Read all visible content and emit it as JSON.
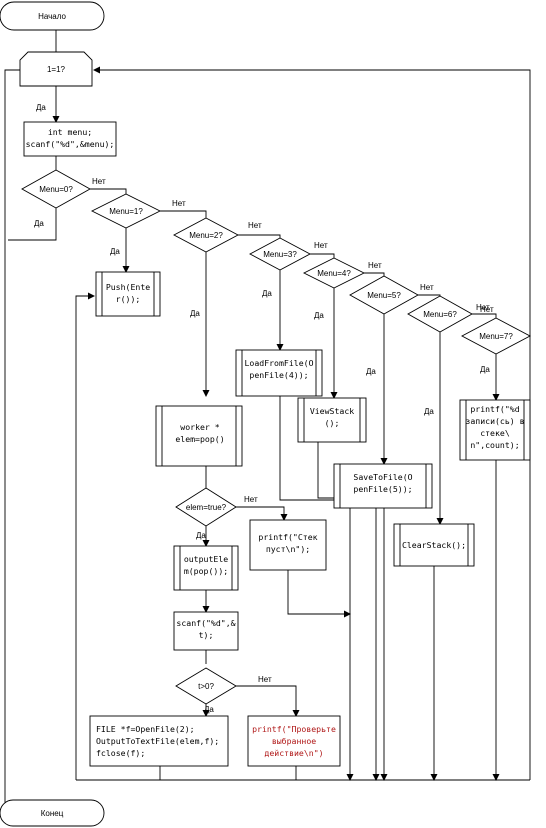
{
  "terminals": {
    "start": "Начало",
    "end": "Конец"
  },
  "loop": {
    "condition": "1=1?",
    "yes": "Да"
  },
  "input_block": {
    "line1": "int menu;",
    "line2": "scanf(\"%d\",&menu);"
  },
  "decisions": [
    {
      "label": "Menu=0?",
      "yes": "Да",
      "no": "Нет"
    },
    {
      "label": "Menu=1?",
      "yes": "Да",
      "no": "Нет"
    },
    {
      "label": "Menu=2?",
      "yes": "Да",
      "no": "Нет"
    },
    {
      "label": "Menu=3?",
      "yes": "Да",
      "no": "Нет"
    },
    {
      "label": "Menu=4?",
      "yes": "Да",
      "no": "Нет"
    },
    {
      "label": "Menu=5?",
      "yes": "Да",
      "no": "Нет"
    },
    {
      "label": "Menu=6?",
      "yes": "Да",
      "no": "Нет"
    },
    {
      "label": "Menu=7?",
      "yes": "Да",
      "no": "Нет"
    }
  ],
  "actions": {
    "push": [
      "Push(Ente",
      "r());"
    ],
    "worker": [
      "worker   *",
      "elem=pop()"
    ],
    "load": [
      "LoadFromFile(O",
      "penFile(4));"
    ],
    "view": [
      "ViewStack",
      "();"
    ],
    "save": [
      "SaveToFile(O",
      "penFile(5));"
    ],
    "clear": [
      "ClearStack();"
    ],
    "count": [
      "printf(\"%d",
      "записи(сь) в",
      "стеке\\",
      "n\",count);"
    ],
    "output": [
      "outputEle",
      "m(pop());"
    ],
    "scan_t": [
      "scanf(\"%d\",&",
      "t);"
    ],
    "file_out": [
      "FILE *f=OpenFile(2);",
      "OutputToTextFile(elem,f);",
      "fclose(f);"
    ],
    "empty_msg": [
      "printf(\"Стек",
      "пуст\\n\");"
    ],
    "check_msg": [
      "printf(\"Проверьте",
      "выбранное",
      "действие\\n\")"
    ]
  },
  "elem_check": {
    "label": "elem=true?",
    "yes": "Да",
    "no": "Нет"
  },
  "t_check": {
    "label": "t>0?",
    "yes": "Да",
    "no": "Нет"
  },
  "colors": {
    "line": "#000000",
    "highlight_text": "#b01818"
  }
}
